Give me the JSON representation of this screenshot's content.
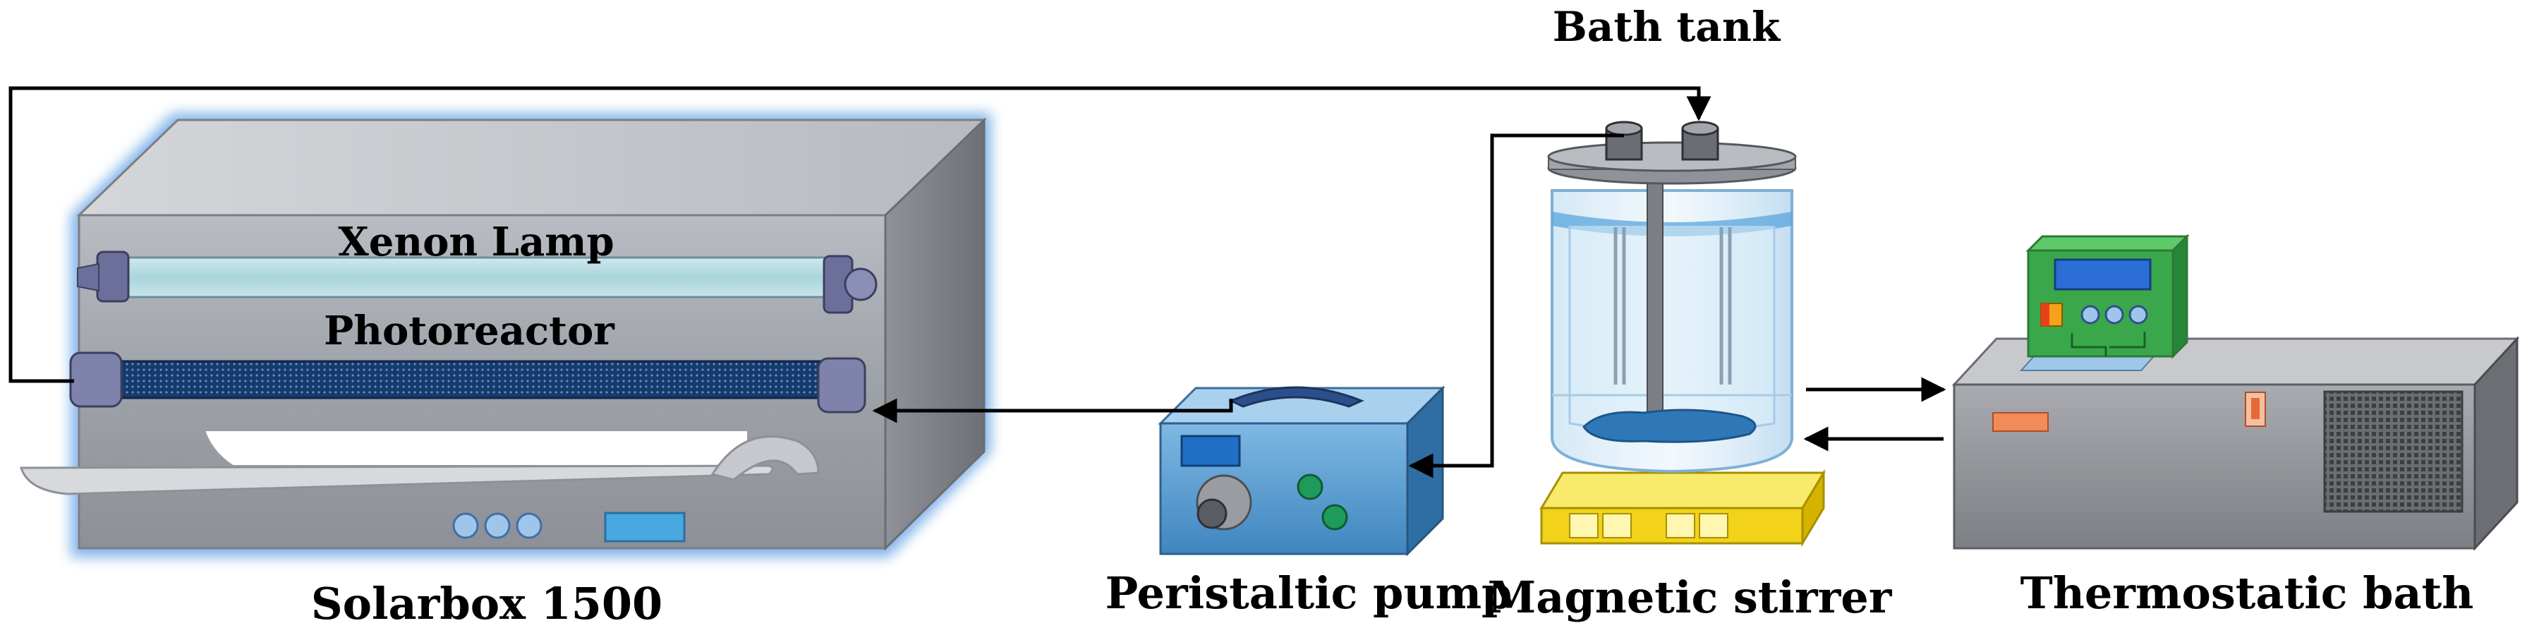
{
  "labels": {
    "bath_tank": "Bath tank",
    "xenon_lamp": "Xenon Lamp",
    "photoreactor": "Photoreactor",
    "solarbox": "Solarbox 1500",
    "peristaltic_pump": "Peristaltic pump",
    "magnetic_stirrer": "Magnetic stirrer",
    "thermostatic_bath": "Thermostatic bath"
  },
  "colors": {
    "flow_line": "#000000",
    "solarbox_glow": "#6fa8e6",
    "device_grey": "#8c8f96",
    "pump_blue": "#4a90c8",
    "controller_green": "#3aa84a",
    "stirrer_yellow": "#f3d21a",
    "water_blue": "#3b86c6"
  },
  "icons": [
    "lamp-tube-icon",
    "photoreactor-tube-icon",
    "arrow-icon",
    "knob-icon",
    "display-icon"
  ]
}
